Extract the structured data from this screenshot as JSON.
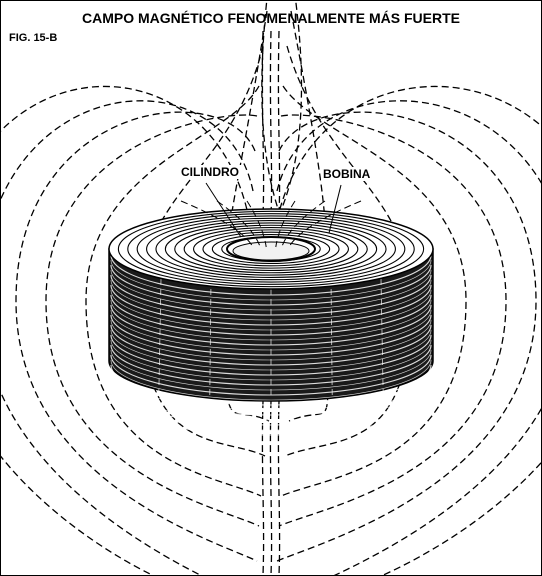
{
  "figure": {
    "title": "CAMPO MAGNÉTICO FENOMENALMENTE MÁS FUERTE",
    "figure_number": "FIG. 15-B",
    "labels": {
      "cylinder": "CILINDRO",
      "coil": "BOBINA"
    }
  },
  "colors": {
    "ink": "#000000",
    "paper": "#ffffff"
  }
}
